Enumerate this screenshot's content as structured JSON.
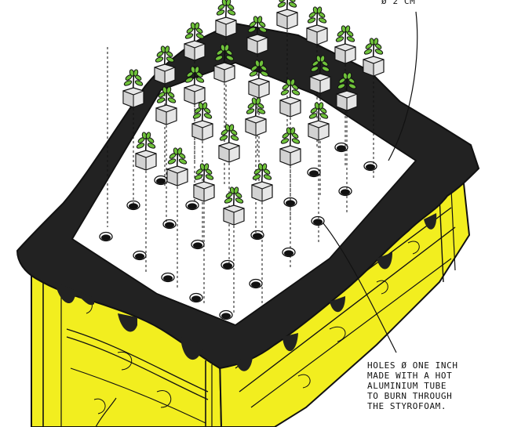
{
  "annotations": {
    "top_label": "ø 2 cm",
    "holes_note": [
      "HOLES ø ONE INCH",
      "MADE WITH A HOT",
      "ALUMINIUM TUBE",
      "TO BURN THROUGH",
      "THE STYROFOAM."
    ]
  },
  "colors": {
    "wood": "#f2ee1f",
    "liner": "#222222",
    "styrofoam": "#ffffff",
    "foliage": "#6fc23a",
    "cube": "#e4e4e4",
    "ink": "#111111"
  },
  "icons": {
    "seedling": "seedling-in-rockwool-cube-icon",
    "hole": "styrofoam-hole-icon",
    "wood_frame": "wooden-raised-bed-icon"
  }
}
